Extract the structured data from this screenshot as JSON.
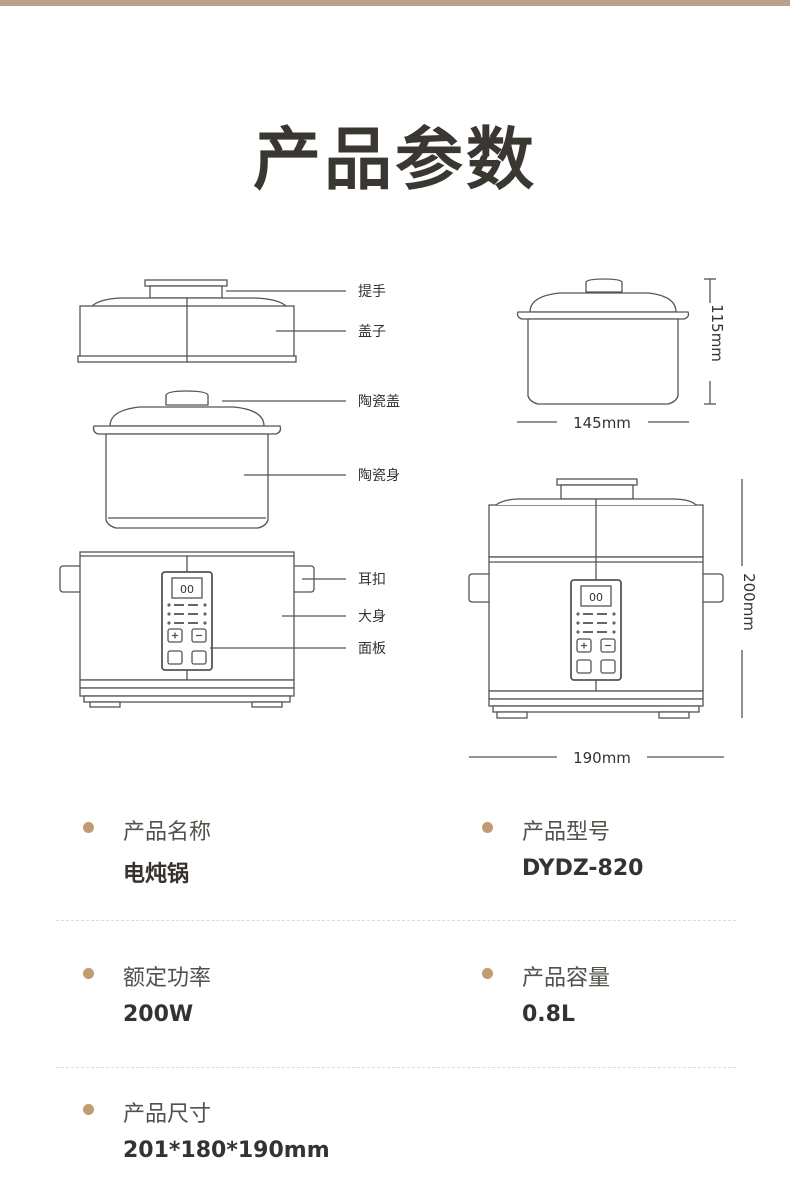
{
  "page_title": "产品参数",
  "callouts": {
    "handle": "提手",
    "lid": "盖子",
    "ceramic_lid": "陶瓷盖",
    "ceramic_body": "陶瓷身",
    "ear_clip": "耳扣",
    "main_body": "大身",
    "panel": "面板"
  },
  "dimensions": {
    "pot_height": "115mm",
    "pot_width": "145mm",
    "cooker_height": "200mm",
    "cooker_width": "190mm"
  },
  "display_digits": "00",
  "specs": {
    "name": {
      "label": "产品名称",
      "value": "电炖锅"
    },
    "model": {
      "label": "产品型号",
      "value": "DYDZ-820"
    },
    "power": {
      "label": "额定功率",
      "value": "200W"
    },
    "capacity": {
      "label": "产品容量",
      "value": "0.8L"
    },
    "size": {
      "label": "产品尺寸",
      "value": "201*180*190mm"
    }
  },
  "colors": {
    "accent_bar": "#b9a18a",
    "bullet": "#c49a72",
    "line": "#555555"
  }
}
